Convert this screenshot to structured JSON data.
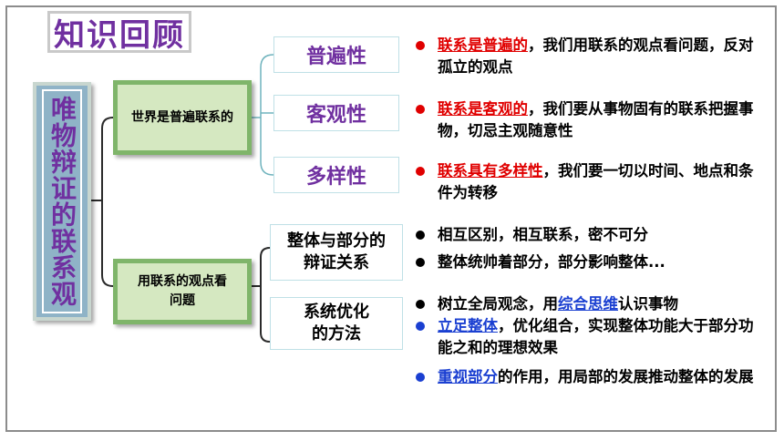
{
  "title": "知识回顾",
  "root": "唯物辩证的联系观",
  "branch1": "世界是普遍联系的",
  "branch2": "用联系的观点看问题",
  "props": [
    "普遍性",
    "客观性",
    "多样性"
  ],
  "methods": [
    "整体与部分的辩证关系",
    "系统优化的方法"
  ],
  "bullets": {
    "b1_hl": "联系是普遍的",
    "b1_rest": "，我们用联系的观点看问题，反对孤立的观点",
    "b2_hl": "联系是客观的",
    "b2_rest": "，我们要从事物固有的联系把握事物，切忌主观随意性",
    "b3_hl": "联系具有多样性",
    "b3_rest": "，我们要一切以时间、地点和条件为转移",
    "b4": "相互区别，相互联系，密不可分",
    "b5": "整体统帅着部分，部分影响整体...",
    "b6_pre": "树立全局观念，用",
    "b6_hl": "综合思维",
    "b6_post": "认识事物",
    "b7_hl": "立足整体",
    "b7_rest": "，优化组合，实现整体功能大于部分功能之和的理想效果",
    "b8_hl": "重视部分",
    "b8_rest": "的作用，用局部的发展推动整体的发展"
  },
  "colors": {
    "red_dot": "#e00000",
    "black_dot": "#000000",
    "blue_dot": "#1a3fd1",
    "purple": "#7030a0"
  }
}
